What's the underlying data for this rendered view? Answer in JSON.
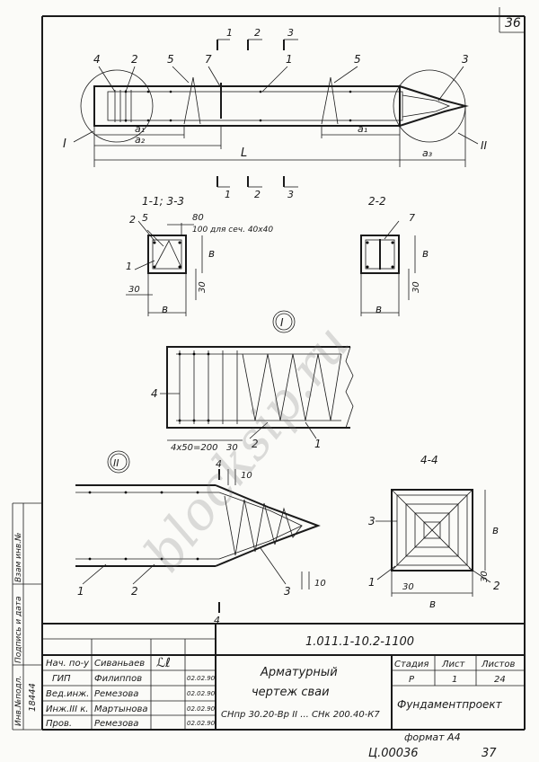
{
  "sheet": {
    "sheet_number": "36",
    "format_label": "формат А4",
    "inventory_number": "Ц.00036",
    "page_index": "37",
    "watermark": "blocksip.ru"
  },
  "side_stamp": {
    "labels": [
      "Инв.№подл.",
      "Подпись и дата",
      "Взам инв.№"
    ],
    "inv_value": "18444"
  },
  "drawing": {
    "main_view": {
      "callouts": [
        "4",
        "2",
        "5",
        "7",
        "1",
        "5",
        "3"
      ],
      "section_marks": [
        "1",
        "2",
        "3"
      ],
      "node_marks": [
        "I",
        "II"
      ],
      "dims": {
        "a1_left": "a₁",
        "a2": "a₂",
        "a1_right": "a₁",
        "length": "L",
        "a3": "a₃"
      }
    },
    "section_13": {
      "title": "1-1; 3-3",
      "callouts": [
        "2",
        "5",
        "1"
      ],
      "dim_80": "80",
      "note": "100 для сеч. 40х40",
      "dim_b_side": "в",
      "dim_b_bottom": "в",
      "dim_30_left": "30",
      "dim_30_side": "30"
    },
    "section_22": {
      "title": "2-2",
      "callout": "7",
      "dim_b_side": "в",
      "dim_b_bottom": "в",
      "dim_30_side": "30"
    },
    "node_I": {
      "mark": "I",
      "callouts": [
        "4",
        "2",
        "1"
      ],
      "spacing": "4х50=200",
      "dim_30": "30"
    },
    "node_II": {
      "mark": "II",
      "cut_label": "4",
      "dim_10_top": "10",
      "dim_10_bottom": "10",
      "callouts": [
        "1",
        "2",
        "3"
      ]
    },
    "section_44": {
      "title": "4-4",
      "callouts": [
        "3",
        "1",
        "2"
      ],
      "dim_b_side": "в",
      "dim_b_bottom": "в",
      "dim_30_bottom": "30",
      "dim_30_side": "30"
    }
  },
  "title_block": {
    "doc_code": "1.011.1-10.2-1100",
    "rows": [
      {
        "role": "Нач. по-у",
        "name": "Сиваньаев"
      },
      {
        "role": "ГИП",
        "name": "Филиппов",
        "date": "02.02.90"
      },
      {
        "role": "Вед.инж.",
        "name": "Ремезова",
        "date": "02.02.90"
      },
      {
        "role": "Инж.III к.",
        "name": "Мартынова",
        "date": "02.02.90"
      },
      {
        "role": "Пров.",
        "name": "Ремезова",
        "date": "02.02.90"
      }
    ],
    "title_line1": "Арматурный",
    "title_line2": "чертеж    сваи",
    "title_line3": "СНпр 30.20-Вр II ... СНк 200.40-К7",
    "stage_header": "Стадия",
    "sheet_header": "Лист",
    "sheets_header": "Листов",
    "stage": "Р",
    "sheet": "1",
    "sheets": "24",
    "organization": "Фундаментпроект"
  }
}
